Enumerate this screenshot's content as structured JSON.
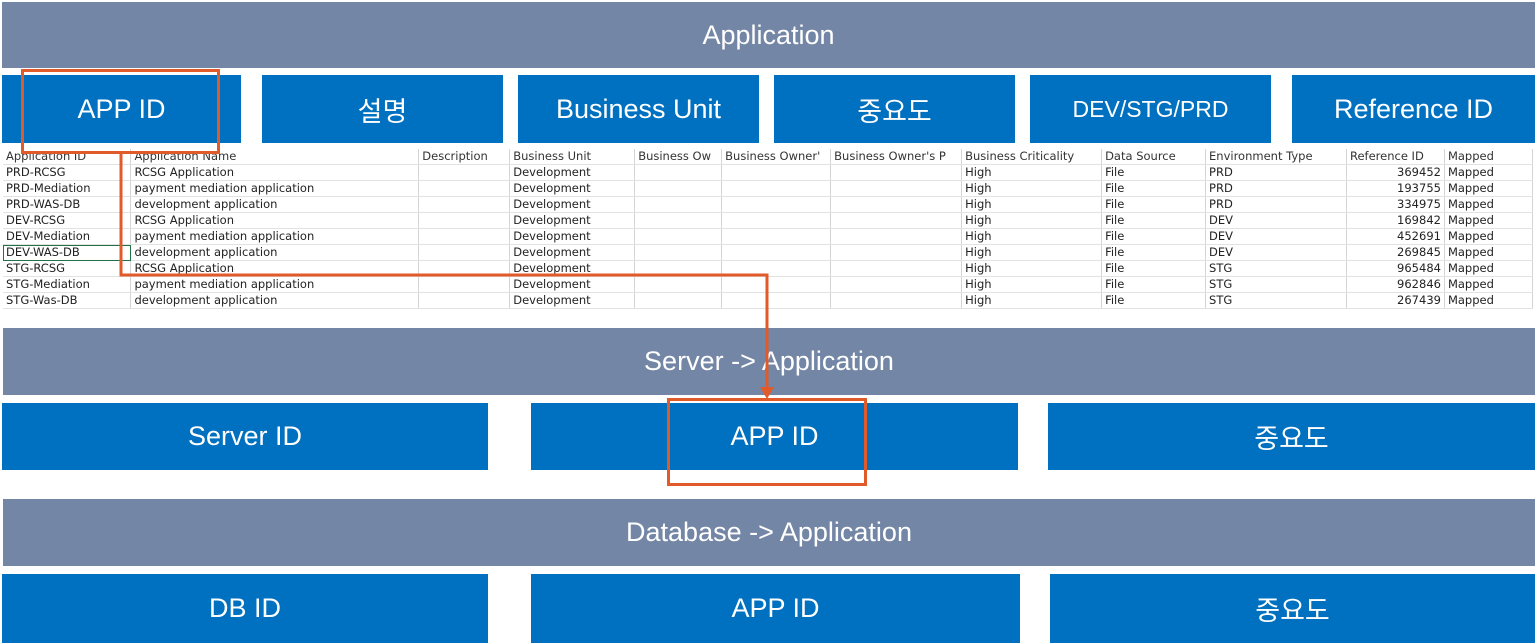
{
  "application_section": {
    "title": "Application",
    "fields": [
      "APP ID",
      "설명",
      "Business Unit",
      "중요도",
      "DEV/STG/PRD",
      "Reference ID"
    ]
  },
  "sheet": {
    "headers": [
      "Application ID",
      "Application Name",
      "Description",
      "Business Unit",
      "Business Ow",
      "Business Owner'",
      "Business Owner's P",
      "Business Criticality",
      "Data Source",
      "Environment Type",
      "Reference ID",
      "Mapped"
    ],
    "rows": [
      [
        "PRD-RCSG",
        "RCSG Application",
        "",
        "Development",
        "",
        "",
        "",
        "High",
        "File",
        "PRD",
        "369452",
        "Mapped"
      ],
      [
        "PRD-Mediation",
        "payment mediation application",
        "",
        "Development",
        "",
        "",
        "",
        "High",
        "File",
        "PRD",
        "193755",
        "Mapped"
      ],
      [
        "PRD-WAS-DB",
        "development application",
        "",
        "Development",
        "",
        "",
        "",
        "High",
        "File",
        "PRD",
        "334975",
        "Mapped"
      ],
      [
        "DEV-RCSG",
        "RCSG Application",
        "",
        "Development",
        "",
        "",
        "",
        "High",
        "File",
        "DEV",
        "169842",
        "Mapped"
      ],
      [
        "DEV-Mediation",
        "payment mediation application",
        "",
        "Development",
        "",
        "",
        "",
        "High",
        "File",
        "DEV",
        "452691",
        "Mapped"
      ],
      [
        "DEV-WAS-DB",
        "development application",
        "",
        "Development",
        "",
        "",
        "",
        "High",
        "File",
        "DEV",
        "269845",
        "Mapped"
      ],
      [
        "STG-RCSG",
        "RCSG Application",
        "",
        "Development",
        "",
        "",
        "",
        "High",
        "File",
        "STG",
        "965484",
        "Mapped"
      ],
      [
        "STG-Mediation",
        "payment mediation application",
        "",
        "Development",
        "",
        "",
        "",
        "High",
        "File",
        "STG",
        "962846",
        "Mapped"
      ],
      [
        "STG-Was-DB",
        "development application",
        "",
        "Development",
        "",
        "",
        "",
        "High",
        "File",
        "STG",
        "267439",
        "Mapped"
      ]
    ]
  },
  "server_section": {
    "title": "Server -> Application",
    "fields": [
      "Server ID",
      "APP ID",
      "중요도"
    ]
  },
  "database_section": {
    "title": "Database -> Application",
    "fields": [
      "DB ID",
      "APP ID",
      "중요도"
    ]
  },
  "colors": {
    "band": "#7386a5",
    "box": "#0070c0",
    "highlight": "#e05a2a"
  }
}
